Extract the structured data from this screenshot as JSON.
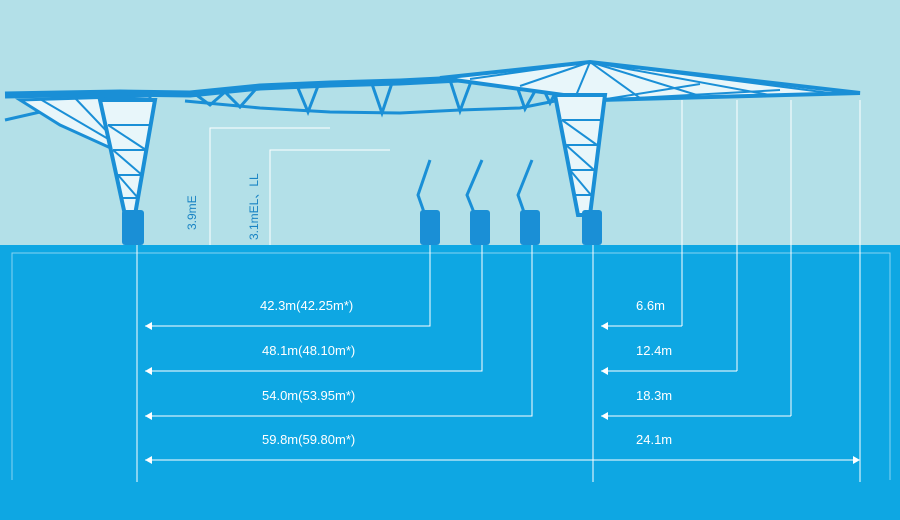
{
  "diagram": {
    "heights": [
      {
        "label": "3.9mE"
      },
      {
        "label": "3.1mEL、LL"
      }
    ],
    "left_distances": [
      {
        "label": "42.3m(42.25m*)"
      },
      {
        "label": "48.1m(48.10m*)"
      },
      {
        "label": "54.0m(53.95m*)"
      },
      {
        "label": "59.8m(59.80m*)"
      }
    ],
    "right_distances": [
      {
        "label": "6.6m"
      },
      {
        "label": "12.4m"
      },
      {
        "label": "18.3m"
      },
      {
        "label": "24.1m"
      }
    ],
    "colors": {
      "sky": "#b3e0e8",
      "water": "#0ea7e3",
      "structure": "#1a8fd6",
      "lines": "#ffffff"
    }
  }
}
